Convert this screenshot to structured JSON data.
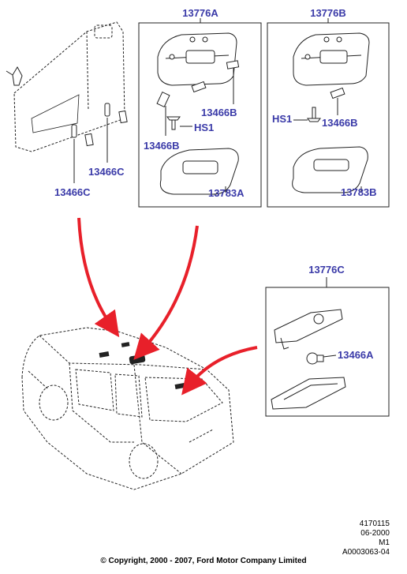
{
  "callouts": {
    "c1": "13776A",
    "c2": "13776B",
    "c3": "13466B",
    "c4": "HS1",
    "c5": "13466B",
    "c6": "13783A",
    "c7": "HS1",
    "c8": "13466B",
    "c9": "13783B",
    "c10": "13466C",
    "c11": "13466C",
    "c12": "13776C",
    "c13": "13466A"
  },
  "reference": {
    "line1": "4170115",
    "line2": "06-2000",
    "line3": "M1",
    "line4": "A0003063-04"
  },
  "copyright": "© Copyright, 2000 - 2007, Ford Motor Company Limited",
  "colors": {
    "callout": "#3a3aa8",
    "arrow": "#e8202a",
    "line": "#222222"
  }
}
